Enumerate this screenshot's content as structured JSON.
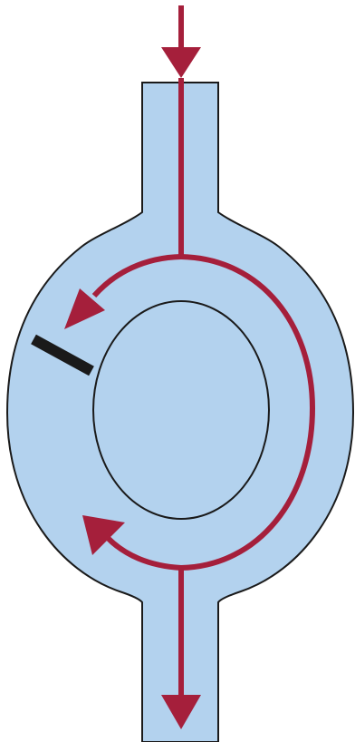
{
  "diagram": {
    "colors": {
      "fluid_fill": "#b3d2ee",
      "outline": "#1a1a1a",
      "flow_arrow": "#a51f3b",
      "marker": "#1a1a1a",
      "background": "#ffffff"
    },
    "elements": [
      "inlet-pipe",
      "housing-body",
      "inner-core",
      "outlet-pipe",
      "inflow-arrow",
      "circulation-arrow-left",
      "circulation-arrow-lower",
      "outflow-arrow",
      "side-marker"
    ]
  }
}
